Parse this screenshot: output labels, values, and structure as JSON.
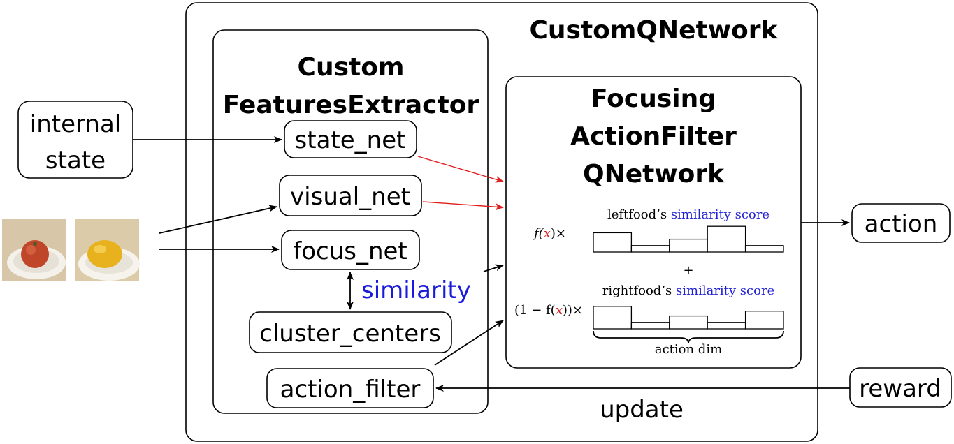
{
  "outer": {
    "title": "CustomQNetwork",
    "update_label": "update"
  },
  "extractor": {
    "title_line1": "Custom",
    "title_line2": "FeaturesExtractor",
    "nodes": {
      "state_net": "state_net",
      "visual_net": "visual_net",
      "focus_net": "focus_net",
      "cluster_centers": "cluster_centers",
      "action_filter": "action_filter"
    },
    "similarity_label": "similarity"
  },
  "qnet": {
    "title_line1": "Focusing",
    "title_line2": "ActionFilter",
    "title_line3": "QNetwork",
    "left_prefix": "leftfood’s ",
    "right_prefix": "rightfood’s ",
    "score_text": "similarity score",
    "plus": "+",
    "axis_label": "action dim",
    "formula_top": {
      "f": "f(",
      "x": "x",
      "tail": ")×"
    },
    "formula_bottom": {
      "pre": "(1 − f(",
      "x": "x",
      "tail": "))×"
    },
    "left_scores": [
      0.6,
      0.2,
      0.4,
      0.8,
      0.2
    ],
    "right_scores": [
      0.7,
      0.2,
      0.4,
      0.2,
      0.55
    ]
  },
  "inputs": {
    "internal_state_line1": "internal",
    "internal_state_line2": "state"
  },
  "images": [
    {
      "icon": "tomato-plate-photo"
    },
    {
      "icon": "lemon-plate-photo"
    }
  ],
  "outputs": {
    "action": "action",
    "reward": "reward"
  },
  "colors": {
    "similarity": "#1a1adb",
    "arrow_red": "#e02020",
    "var_red": "#d42020"
  }
}
